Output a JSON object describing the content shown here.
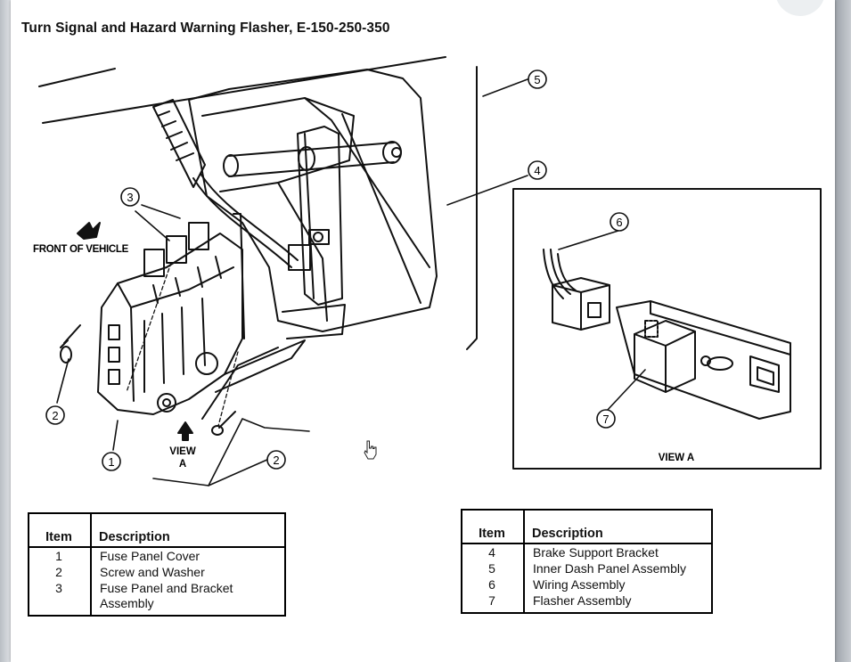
{
  "title": "Turn Signal and Hazard Warning Flasher, E-150-250-350",
  "diagram": {
    "callouts": [
      "1",
      "2",
      "2",
      "3",
      "4",
      "5",
      "6",
      "7"
    ],
    "labels": {
      "front_of_vehicle": "FRONT OF VEHICLE",
      "view_a_arrow_line1": "VIEW",
      "view_a_arrow_line2": "A",
      "view_a_inset": "VIEW A"
    }
  },
  "legend_left": {
    "header_item": "Item",
    "header_description": "Description",
    "rows": [
      {
        "item": "1",
        "description": "Fuse Panel Cover"
      },
      {
        "item": "2",
        "description": "Screw and Washer"
      },
      {
        "item": "3",
        "description": "Fuse Panel and Bracket Assembly"
      }
    ]
  },
  "legend_right": {
    "header_item": "Item",
    "header_description": "Description",
    "rows": [
      {
        "item": "4",
        "description": "Brake Support Bracket"
      },
      {
        "item": "5",
        "description": "Inner Dash Panel Assembly"
      },
      {
        "item": "6",
        "description": "Wiring Assembly"
      },
      {
        "item": "7",
        "description": "Flasher Assembly"
      }
    ]
  }
}
